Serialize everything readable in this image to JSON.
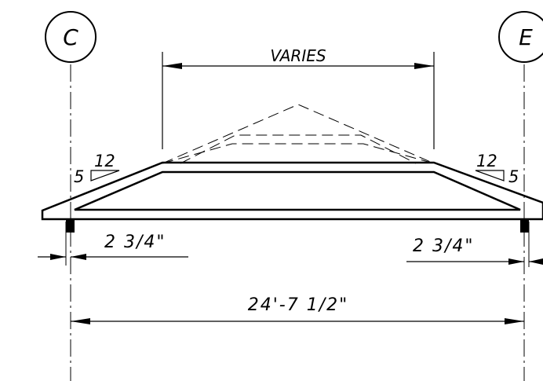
{
  "gridlines": {
    "left_label": "C",
    "right_label": "E"
  },
  "dimensions": {
    "top_span": "VARIES",
    "left_overhang": "2 3/4\"",
    "right_overhang": "2 3/4\"",
    "overall_width": "24'-7 1/2\""
  },
  "slopes": {
    "left": {
      "rise": "5",
      "run": "12"
    },
    "right": {
      "rise": "5",
      "run": "12"
    }
  }
}
